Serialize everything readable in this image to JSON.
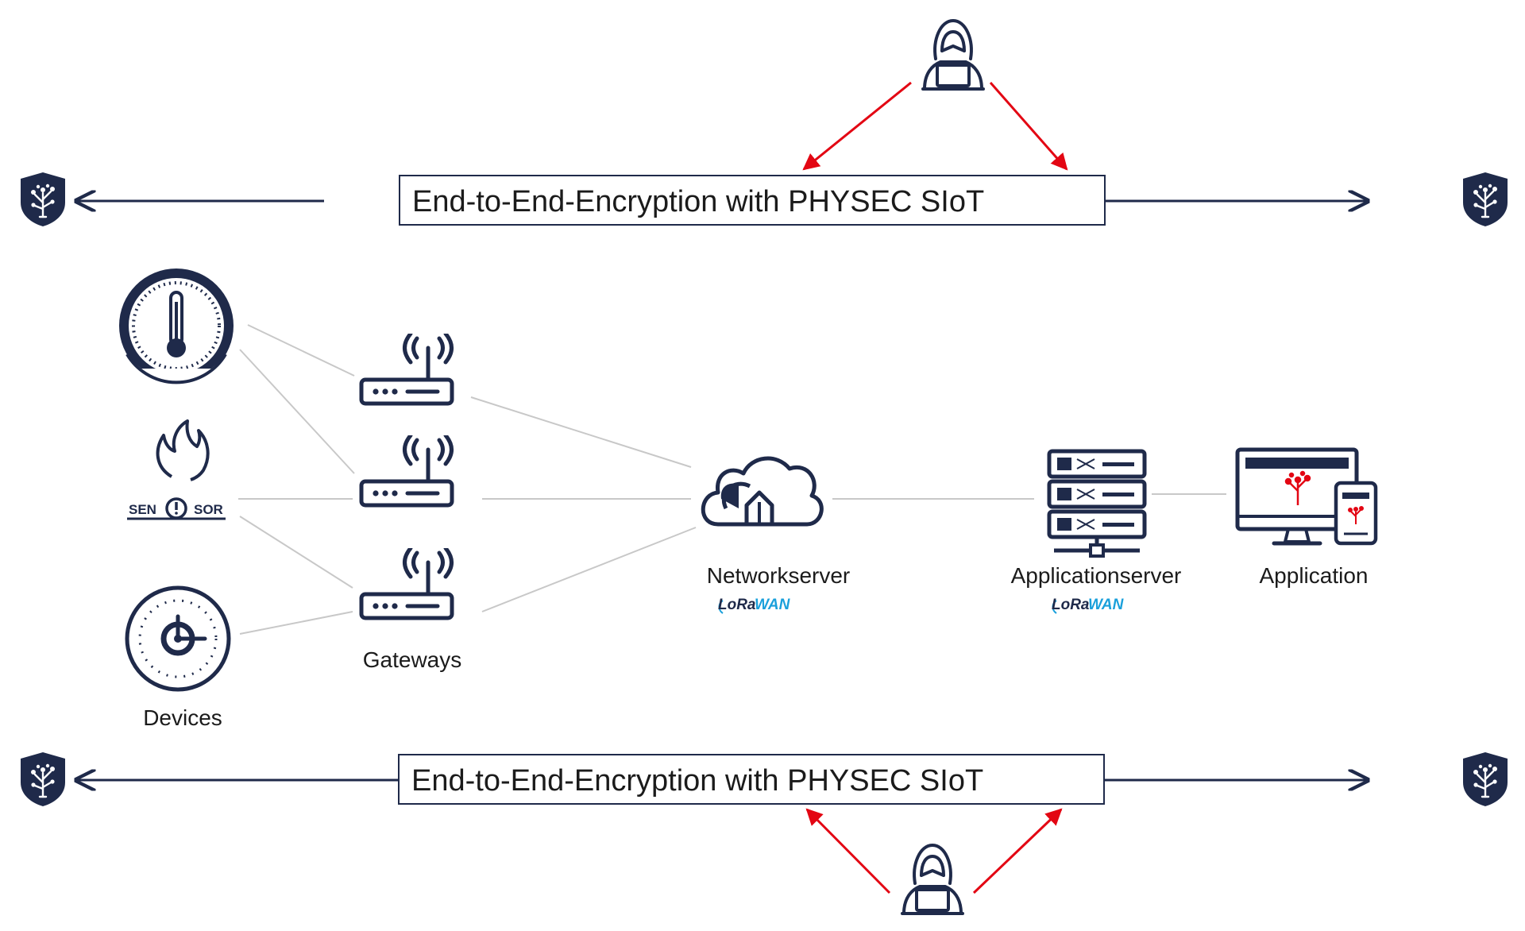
{
  "colors": {
    "navy": "#1f2a4a",
    "attack_red": "#e30613",
    "link_grey": "#c8c8c8",
    "lora_blue": "#1aa0db",
    "logo_red": "#e30613"
  },
  "encryption_bars": {
    "top_label": "End-to-End-Encryption with PHYSEC SIoT",
    "bottom_label": "End-to-End-Encryption with PHYSEC SIoT"
  },
  "devices": {
    "label": "Devices",
    "sensor_text_left": "SEN",
    "sensor_text_right": "SOR",
    "icons": [
      "thermometer-gauge-icon",
      "fire-sensor-icon",
      "clock-sensor-icon"
    ]
  },
  "gateways": {
    "label": "Gateways",
    "icons": [
      "router-icon",
      "router-icon",
      "router-icon"
    ]
  },
  "networkserver": {
    "label": "Networkserver",
    "badge_left": "LoRa",
    "badge_right": "WAN",
    "icon": "cloud-upload-icon"
  },
  "applicationserver": {
    "label": "Applicationserver",
    "badge_left": "LoRa",
    "badge_right": "WAN",
    "icon": "server-rack-icon"
  },
  "application": {
    "label": "Application",
    "icon": "desktop-and-phone-icon"
  },
  "icons": {
    "shield": "shield-tree-icon",
    "attacker": "hooded-hacker-icon"
  }
}
